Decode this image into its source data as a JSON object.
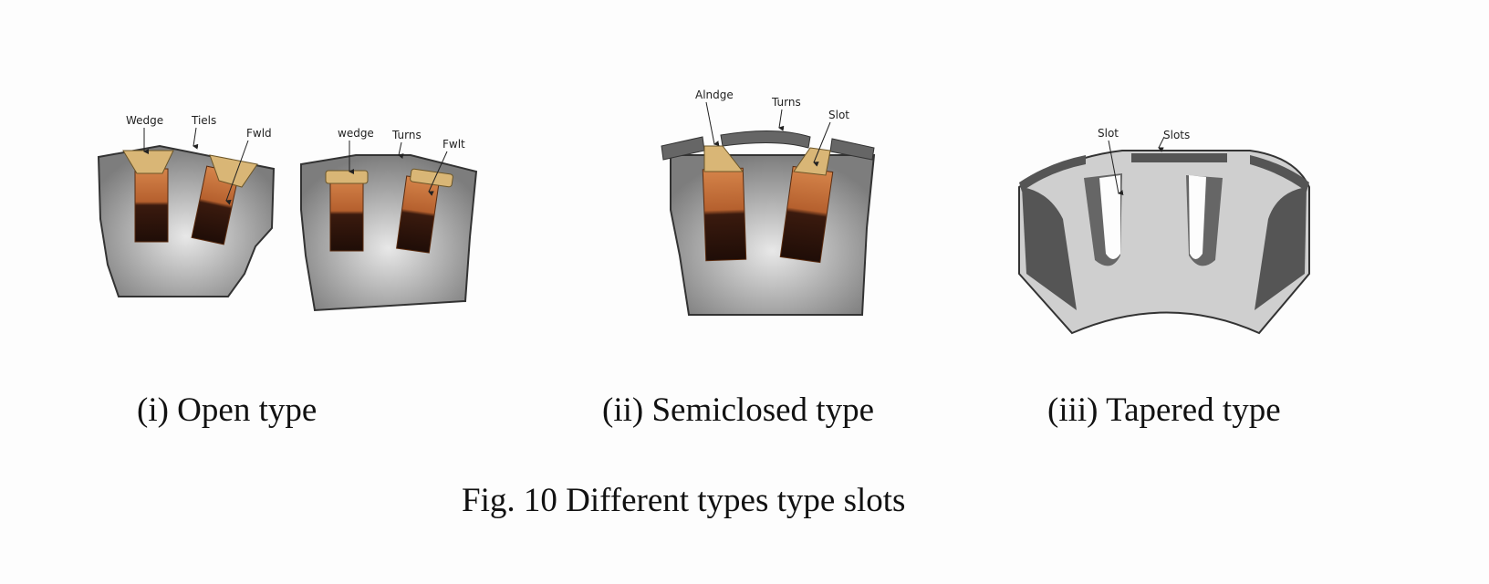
{
  "figure": {
    "caption": "Fig. 10 Different types type slots",
    "panels": [
      {
        "caption": "(i) Open type",
        "labels_a": [
          "Wedge",
          "Tiels",
          "Fwld"
        ],
        "labels_b": [
          "wedge",
          "Turns",
          "Fwlt"
        ]
      },
      {
        "caption": "(ii) Semiclosed type",
        "labels": [
          "Alndge",
          "Turns",
          "Slot"
        ]
      },
      {
        "caption": "(iii) Tapered type",
        "labels": [
          "Slot",
          "Slots"
        ]
      }
    ]
  },
  "colors": {
    "steel": "#8f8f8f",
    "steel_dark": "#555555",
    "copper": "#c8733e",
    "copper_dark": "#2a130c",
    "wedge": "#d9b676"
  }
}
